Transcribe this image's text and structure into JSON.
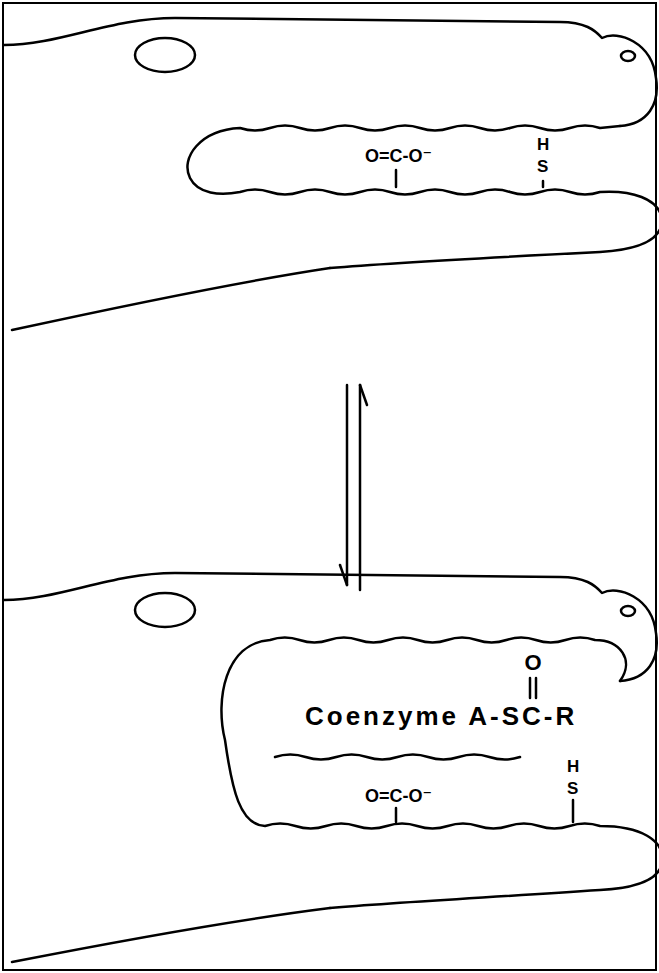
{
  "diagram": {
    "labels": [
      "O=C-O⁻",
      "H",
      "S",
      "O",
      "Coenzyme A-SC-R",
      "H",
      "S",
      "O=C-O⁻"
    ]
  }
}
